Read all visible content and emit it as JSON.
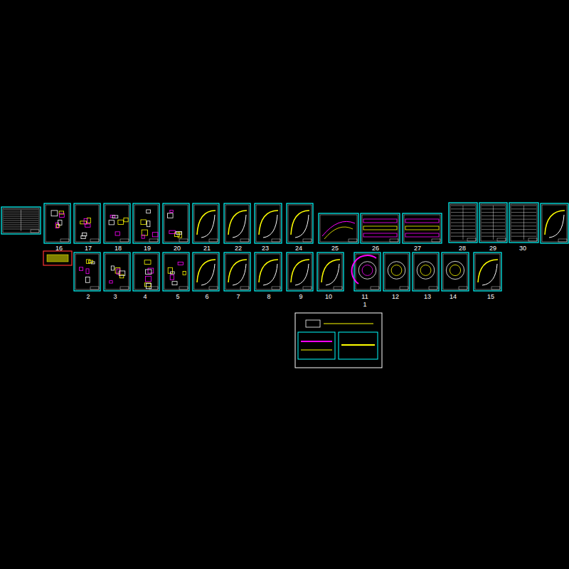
{
  "diagram": {
    "labels": [
      "16",
      "17",
      "18",
      "19",
      "20",
      "21",
      "22",
      "23",
      "24",
      "25",
      "26",
      "27",
      "28",
      "29",
      "30",
      "2",
      "3",
      "4",
      "5",
      "6",
      "7",
      "8",
      "9",
      "10",
      "11",
      "1",
      "12",
      "13",
      "14",
      "15"
    ]
  }
}
